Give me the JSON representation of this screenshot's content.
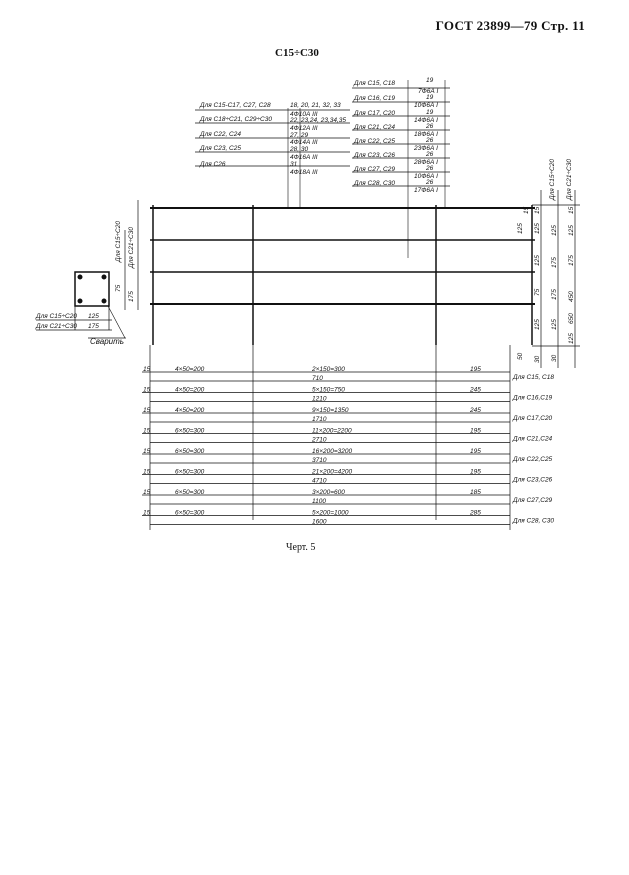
{
  "header": {
    "doc": "ГОСТ 23899—79 Стр. 11"
  },
  "subtitle": "C15÷C30",
  "caption": "Черт. 5",
  "top_left_table": [
    {
      "label": "Для С15-С17, С27, С28",
      "value": "18, 20, 21, 32, 33"
    },
    {
      "label": "",
      "value": "4Ф10А III"
    },
    {
      "label": "Для С18÷С21, С29÷С30",
      "value": "22, 23,24, 23,34,35"
    },
    {
      "label": "",
      "value": "4Ф12А III"
    },
    {
      "label": "Для С22, С24",
      "value": "27, 29"
    },
    {
      "label": "",
      "value": "4Ф14А III"
    },
    {
      "label": "Для С23, С25",
      "value": "28, 30"
    },
    {
      "label": "",
      "value": "4Ф16А III"
    },
    {
      "label": "Для С26",
      "value": "31"
    },
    {
      "label": "",
      "value": "4Ф18А III"
    }
  ],
  "top_right_table": [
    {
      "label": "Для С15, С18",
      "value": "19"
    },
    {
      "label": "",
      "value": "7Ф6А I"
    },
    {
      "label": "Для С16, С19",
      "value": "19"
    },
    {
      "label": "",
      "value": "10Ф6А I"
    },
    {
      "label": "Для С17, С20",
      "value": "19"
    },
    {
      "label": "",
      "value": "14Ф6А I"
    },
    {
      "label": "Для С21, С24",
      "value": "26"
    },
    {
      "label": "",
      "value": "18Ф6А I"
    },
    {
      "label": "Для С22, С25",
      "value": "26"
    },
    {
      "label": "",
      "value": "23Ф6А I"
    },
    {
      "label": "Для С23, С26",
      "value": "26"
    },
    {
      "label": "",
      "value": "28Ф6А I"
    },
    {
      "label": "Для С27, С29",
      "value": "26"
    },
    {
      "label": "",
      "value": "10Ф6А I"
    },
    {
      "label": "Для С28, С30",
      "value": "26"
    },
    {
      "label": "",
      "value": "17Ф6А I"
    }
  ],
  "left_side": {
    "top_label": "Для С15÷С20",
    "bottom_label": "Для С21÷С30",
    "dim": "175"
  },
  "section": {
    "row1_label": "Для С15÷С20",
    "row1_val": "125",
    "row2_label": "Для С21÷С30",
    "row2_val": "175",
    "weld_label": "Сварить",
    "dim_75": "75"
  },
  "right_side": {
    "labels": [
      "Для С15÷С20",
      "Для С21÷С30"
    ],
    "col_a": [
      "15",
      "125",
      "125",
      "75",
      "125",
      "30"
    ],
    "col_b": [
      "125",
      "175",
      "175",
      "125",
      "30"
    ],
    "col_c": [
      "15",
      "125",
      "175",
      "450",
      "650",
      "125"
    ],
    "misc": [
      "15",
      "50"
    ],
    "left_col": [
      "125",
      "75"
    ]
  },
  "dimension_rows": [
    {
      "left": "15",
      "a": "4×50=200",
      "b": "2×150=300",
      "total": "710",
      "end": "195",
      "label": "Для С15, С18"
    },
    {
      "left": "15",
      "a": "4×50=200",
      "b": "5×150=750",
      "total": "1210",
      "end": "245",
      "label": "Для С16,С19"
    },
    {
      "left": "15",
      "a": "4×50=200",
      "b": "9×150=1350",
      "total": "1710",
      "end": "245",
      "label": "Для С17,С20"
    },
    {
      "left": "15",
      "a": "6×50=300",
      "b": "11×200=2200",
      "total": "2710",
      "end": "195",
      "label": "Для С21,С24"
    },
    {
      "left": "15",
      "a": "6×50=300",
      "b": "16×200=3200",
      "total": "3710",
      "end": "195",
      "label": "Для С22,С25"
    },
    {
      "left": "15",
      "a": "6×50=300",
      "b": "21×200=4200",
      "total": "4710",
      "end": "195",
      "label": "Для С23,С26"
    },
    {
      "left": "15",
      "a": "6×50=300",
      "b": "3×200=600",
      "total": "1100",
      "end": "185",
      "label": "Для С27,С29"
    },
    {
      "left": "15",
      "a": "6×50=300",
      "b": "5×200=1000",
      "total": "1600",
      "end": "285",
      "label": "Для С28, С30"
    }
  ]
}
